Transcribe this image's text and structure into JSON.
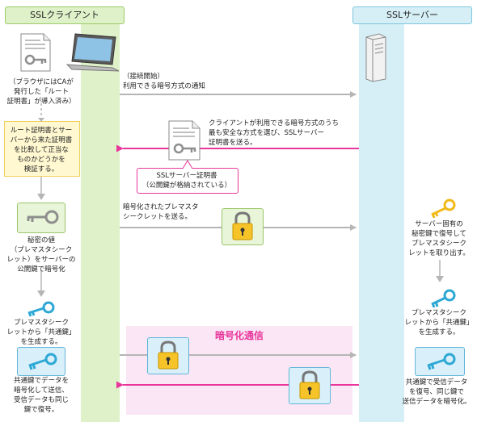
{
  "headers": {
    "client": "SSLクライアント",
    "server": "SSLサーバー"
  },
  "client_notes": {
    "root_cert": "（ブラウザにはCAが\n発行した「ルート\n証明書」が導入済み）",
    "verify": "ルート証明書とサー\nバーから来た証明書\nを比較して正当な\nものかどうかを\n検証する。",
    "secret": "秘密の値\n（プレマスタシーク\nレット）をサーバーの\n公開鍵で暗号化",
    "gen_common": "プレマスタシーク\nレットから「共通鍵」\nを生成する。",
    "encrypt_send": "共通鍵でデータを\n暗号化して送信、\n受信データも同じ\n鍵で復号。"
  },
  "messages": {
    "start_label": "（接続開始）",
    "start_text": "利用できる暗号方式の通知",
    "server_cert": "クライアントが利用できる暗号方式のうち\n最も安全な方式を選び、SSLサーバー\n証明書を送る。",
    "premaster": "暗号化されたプレマスタ\nシークレットを送る。"
  },
  "callout": "SSLサーバー証明書\n（公開鍵が格納されている）",
  "server_notes": {
    "decrypt": "サーバー固有の\n秘密鍵で復号して\nプレマスタシーク\nレットを取り出す。",
    "gen_common": "プレマスタシーク\nレットから「共通鍵」\nを生成する。",
    "decrypt_send": "共通鍵で受信データ\nを復号、同じ鍵で\n送信データを暗号化。"
  },
  "encrypted_comm": "暗号化通信",
  "colors": {
    "pink": "#e8369b",
    "gray_arrow": "#b5b5b5",
    "client_lane": "#dff1c9",
    "server_lane": "#d6eff6",
    "key_teal": "#2ea8d4",
    "key_gray": "#8e8e8e",
    "key_yellow": "#f2b91b",
    "lock_yellow": "#f6c428"
  }
}
